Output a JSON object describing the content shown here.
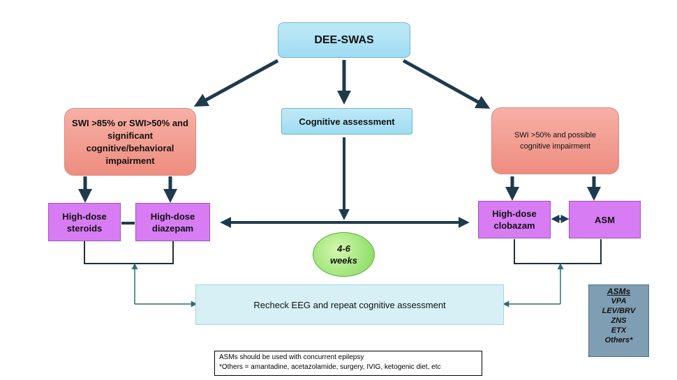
{
  "nodes": {
    "dee_swas": "DEE-SWAS",
    "cognitive_assessment": "Cognitive assessment",
    "swi_high": "SWI >85% or SWI>50% and significant cognitive/behavioral impairment",
    "swi_possible": "SWI >50% and possible cognitive impairment",
    "high_dose_steroids": "High-dose steroids",
    "high_dose_diazepam": "High-dose diazepam",
    "high_dose_clobazam": "High-dose clobazam",
    "asm": "ASM",
    "weeks": "4-6 weeks",
    "recheck": "Recheck EEG and repeat cognitive assessment"
  },
  "asms_box": {
    "title": "ASMs",
    "items": [
      "VPA",
      "LEV/BRV",
      "ZNS",
      "ETX",
      "Others*"
    ]
  },
  "note": {
    "line1": "ASMs should be used with concurrent epilepsy",
    "line2": "*Others = amantadine, acetazolamide, surgery, IVIG, ketogenic diet, etc"
  },
  "colors": {
    "arrow": "#1f3a4d",
    "connector": "#2f6f73",
    "blue_box": "#a7def3",
    "red_box": "#f19a8d",
    "purple_box": "#d77cf2",
    "green_oval": "#9be36f"
  }
}
